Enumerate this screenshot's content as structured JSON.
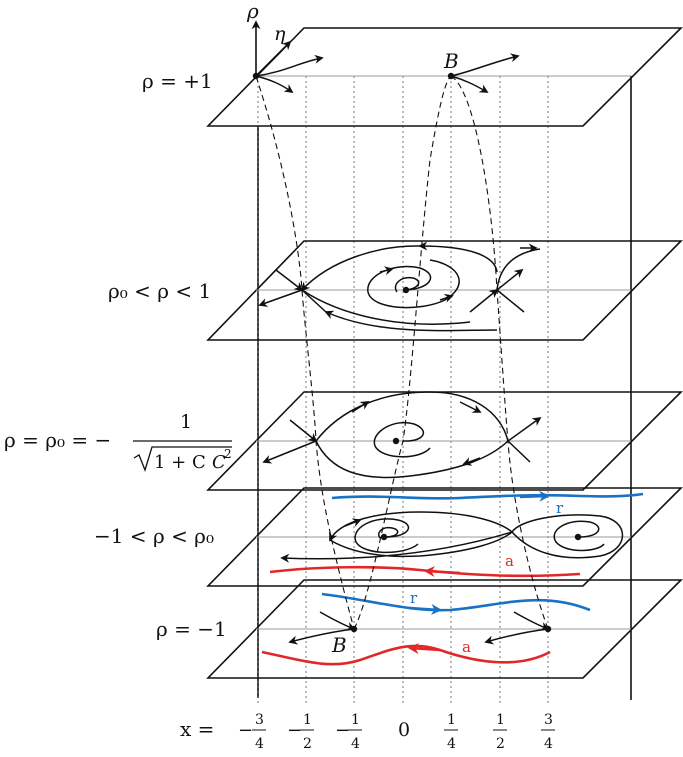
{
  "axes": {
    "rho": "ρ",
    "eta": "η"
  },
  "planes": [
    {
      "id": "rho-plus-one",
      "label": "ρ = +1"
    },
    {
      "id": "rho0-to-one",
      "label": "ρ₀ < ρ < 1"
    },
    {
      "id": "rho-eq-rho0",
      "label_left": "ρ = ρ₀ = −",
      "frac_num": "1",
      "frac_den_root": "1 + C",
      "frac_den_exp": "2"
    },
    {
      "id": "minus-one-to-rho0",
      "label": "−1 < ρ < ρ₀"
    },
    {
      "id": "rho-minus-one",
      "label": "ρ = −1"
    }
  ],
  "point_labels": {
    "top": "B",
    "bottom": "B"
  },
  "branch_labels": {
    "repelling": "r",
    "attracting": "a"
  },
  "x_axis": {
    "prefix": "x =",
    "ticks": [
      {
        "sign": "−",
        "num": "3",
        "den": "4"
      },
      {
        "sign": "−",
        "num": "1",
        "den": "2"
      },
      {
        "sign": "−",
        "num": "1",
        "den": "4"
      },
      {
        "sign": "",
        "num": "0",
        "den": ""
      },
      {
        "sign": "",
        "num": "1",
        "den": "4"
      },
      {
        "sign": "",
        "num": "1",
        "den": "2"
      },
      {
        "sign": "",
        "num": "3",
        "den": "4"
      }
    ]
  },
  "colors": {
    "ink": "#111111",
    "repelling": "#1a72c4",
    "attracting": "#e02828",
    "midline": "#9a9a9a"
  }
}
